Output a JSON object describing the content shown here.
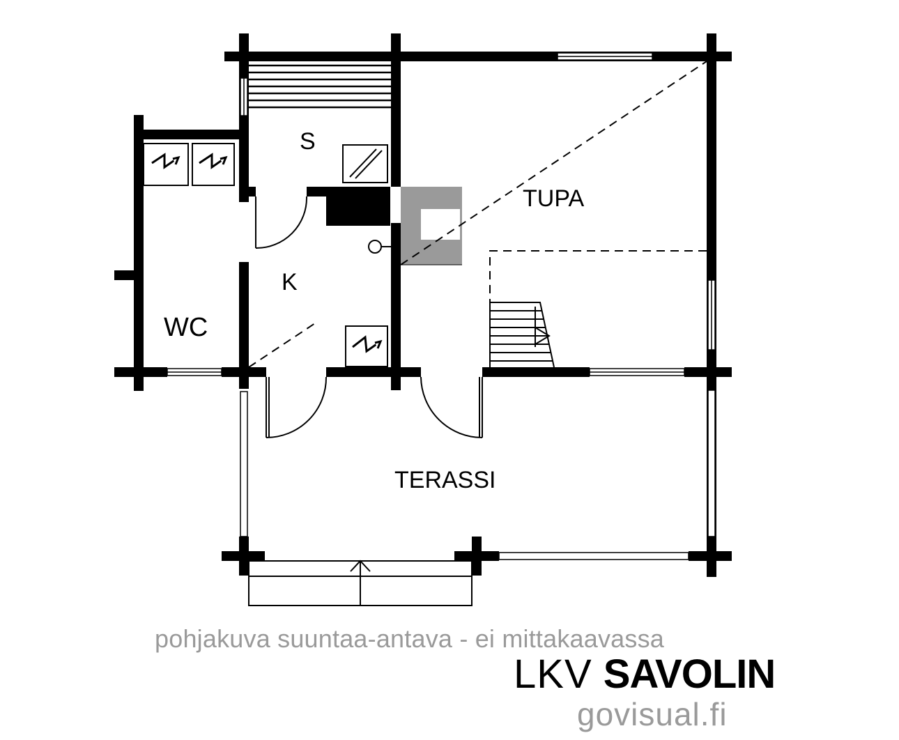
{
  "plan": {
    "rooms": {
      "sauna": "S",
      "kitchen": "K",
      "living": "TUPA",
      "wc": "WC",
      "terrace": "TERASSI"
    }
  },
  "footer": {
    "caption": "pohjakuva suuntaa-antava - ei mittakaavassa",
    "brand_prefix": "LKV",
    "brand_name": "SAVOLIN",
    "website": "govisual.fi"
  }
}
